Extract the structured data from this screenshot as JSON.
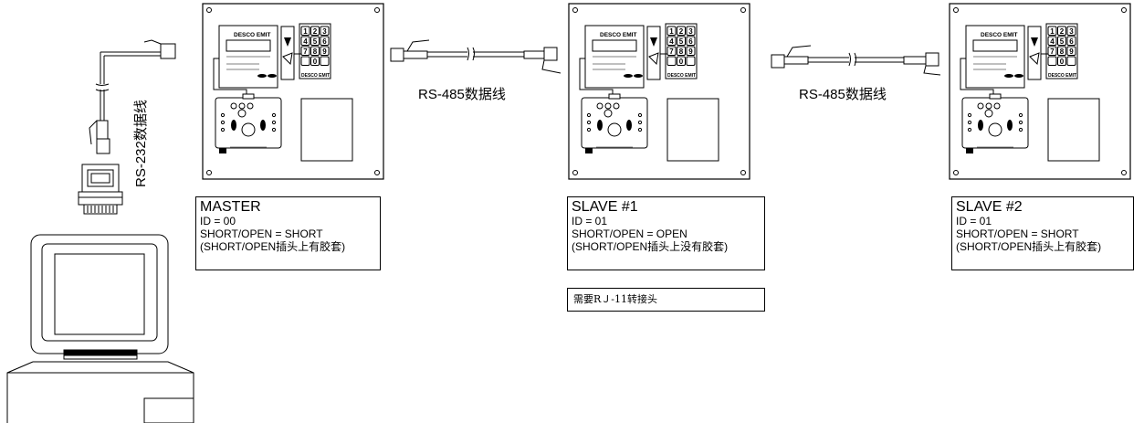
{
  "cable_labels": {
    "rs485_left": "RS-485数据线",
    "rs485_right": "RS-485数据线",
    "rs232": "RS-232数据线"
  },
  "device_text": {
    "brand": "DESCO EMIT",
    "keypad_keys": [
      "1",
      "2",
      "3",
      "4",
      "5",
      "6",
      "7",
      "8",
      "9",
      "",
      "0",
      ""
    ]
  },
  "units": [
    {
      "title": "MASTER",
      "lines": [
        "ID = 00",
        "SHORT/OPEN = SHORT",
        "(SHORT/OPEN插头上有胶套)"
      ]
    },
    {
      "title": "SLAVE  #1",
      "lines": [
        "ID = 01",
        "SHORT/OPEN = OPEN",
        "(SHORT/OPEN插头上没有胶套)"
      ]
    },
    {
      "title": "SLAVE  #2",
      "lines": [
        "ID = 01",
        "SHORT/OPEN = SHORT",
        "(SHORT/OPEN插头上有胶套)"
      ]
    }
  ],
  "note": "需要RＪ-11转接头"
}
